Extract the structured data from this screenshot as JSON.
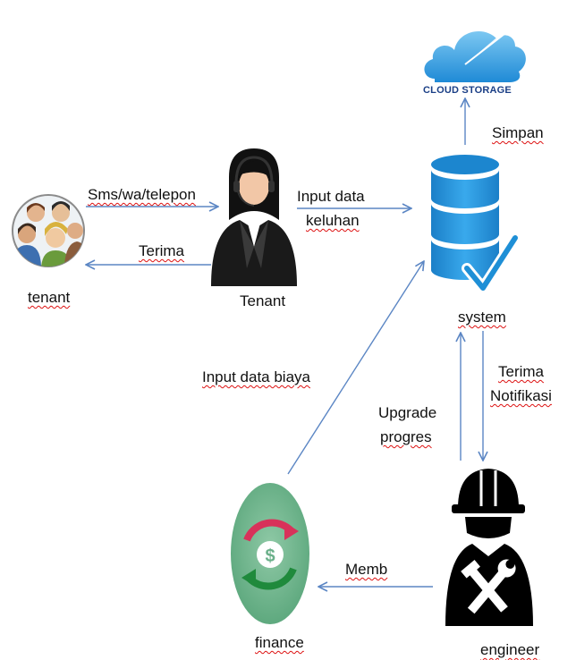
{
  "nodes": {
    "cloud": "CLOUD STORAGE",
    "system": "system",
    "tenant_group": "tenant",
    "tenant_agent": "Tenant",
    "finance": "finance",
    "engineer": "engineer"
  },
  "edges": {
    "sms": "Sms/wa/telepon",
    "terima_tenant": "Terima",
    "input_keluhan_1": "Input data",
    "input_keluhan_2": "keluhan",
    "simpan": "Simpan",
    "terima_notif_1": "Terima",
    "terima_notif_2": "Notifikasi",
    "upgrade_1": "Upgrade",
    "upgrade_2": "progres",
    "input_biaya": "Input data biaya",
    "memb": "Memb"
  },
  "colors": {
    "arrow": "#5b86c4",
    "cloud": "#3aa0e0",
    "database": "#1e8fd6",
    "finance": "#6bb08a"
  }
}
